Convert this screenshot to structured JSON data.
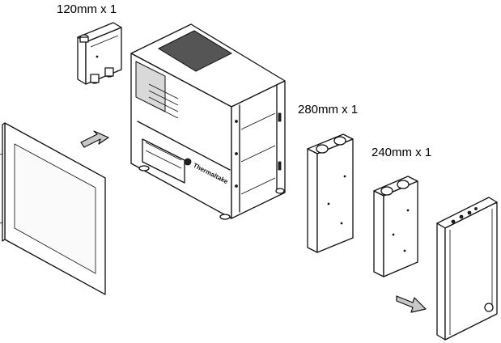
{
  "labels": {
    "radiator_120": "120mm x 1",
    "radiator_280": "280mm x 1",
    "radiator_240": "240mm x 1"
  },
  "brand_logo_text": "Thermaltake",
  "colors": {
    "line": "#111111",
    "arrow_fill": "#c8c8c8",
    "background": "#ffffff"
  },
  "icons": [
    "removal-arrow-icon",
    "removal-arrow-icon"
  ]
}
